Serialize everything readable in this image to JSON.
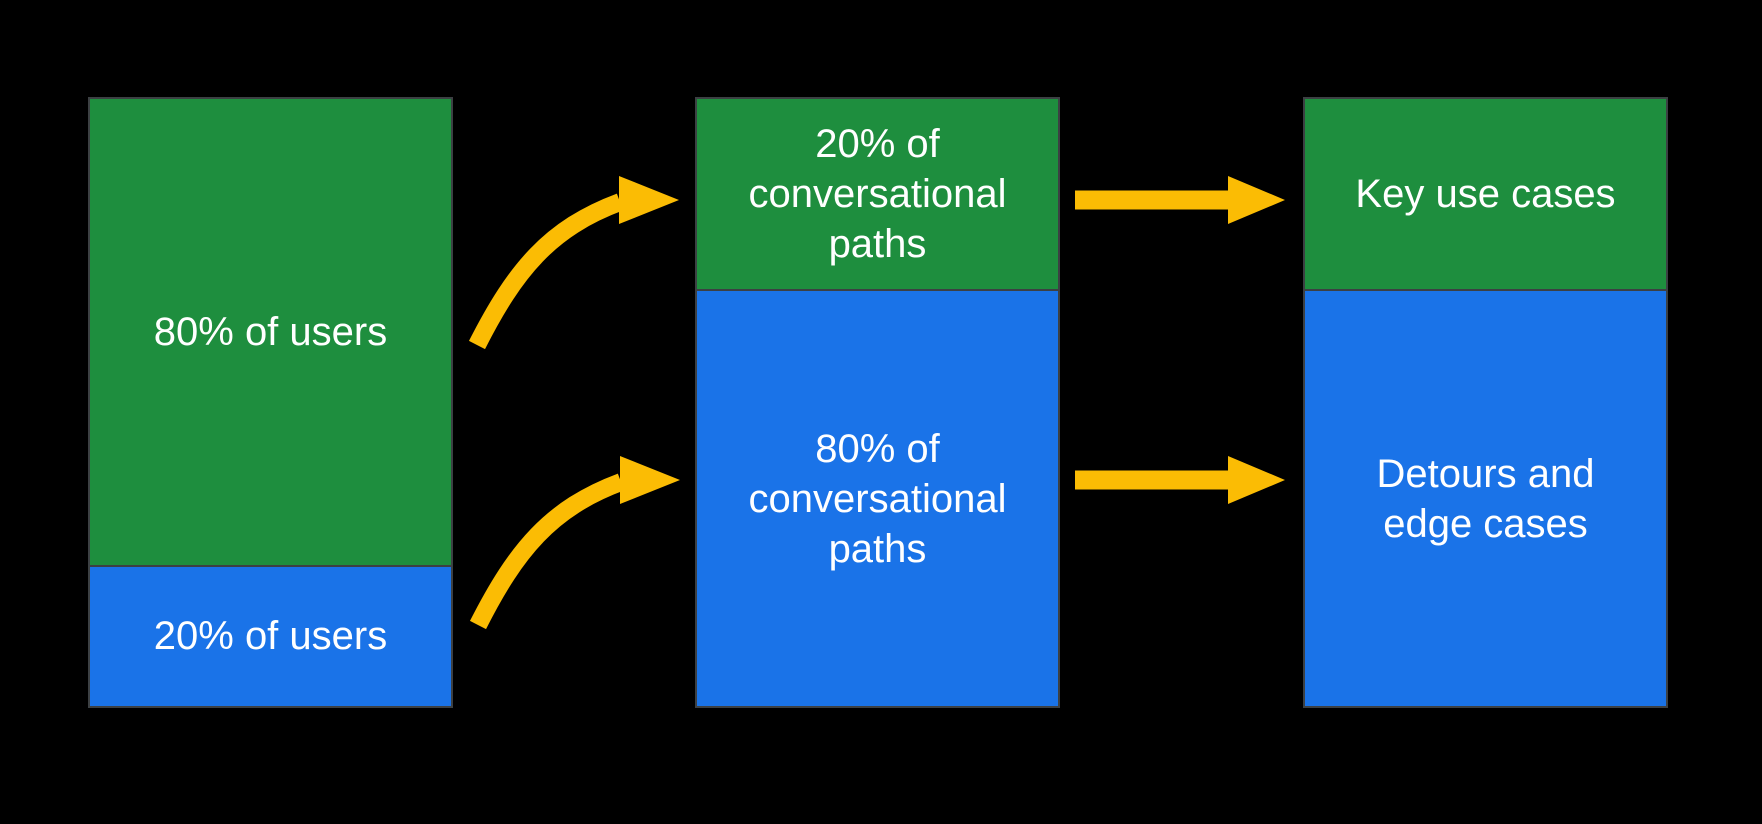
{
  "colors": {
    "background": "#000000",
    "green": "#1e8e3e",
    "blue": "#1a73e8",
    "arrow": "#fbbc04",
    "border": "#3c4043",
    "text": "#ffffff"
  },
  "diagram": {
    "columns": [
      {
        "name": "users-bar",
        "segments": [
          {
            "label": "80% of users",
            "color": "green",
            "visual_fraction": 0.769
          },
          {
            "label": "20% of users",
            "color": "blue",
            "visual_fraction": 0.231
          }
        ]
      },
      {
        "name": "conversational-paths-bar",
        "segments": [
          {
            "label": "20% of conversational paths",
            "color": "green",
            "visual_fraction": 0.318
          },
          {
            "label": "80% of conversational paths",
            "color": "blue",
            "visual_fraction": 0.682
          }
        ]
      },
      {
        "name": "outcomes-bar",
        "segments": [
          {
            "label": "Key use cases",
            "color": "green",
            "visual_fraction": 0.318
          },
          {
            "label": "Detours and edge cases",
            "color": "blue",
            "visual_fraction": 0.682
          }
        ]
      }
    ],
    "arrows": [
      {
        "name": "arrow-80-users-to-20-paths",
        "style": "curved",
        "from": "80% of users",
        "to": "20% of conversational paths"
      },
      {
        "name": "arrow-20-users-to-80-paths",
        "style": "curved",
        "from": "20% of users",
        "to": "80% of conversational paths"
      },
      {
        "name": "arrow-20-paths-to-key-use-cases",
        "style": "straight",
        "from": "20% of conversational paths",
        "to": "Key use cases"
      },
      {
        "name": "arrow-80-paths-to-detours",
        "style": "straight",
        "from": "80% of conversational paths",
        "to": "Detours and edge cases"
      }
    ]
  }
}
